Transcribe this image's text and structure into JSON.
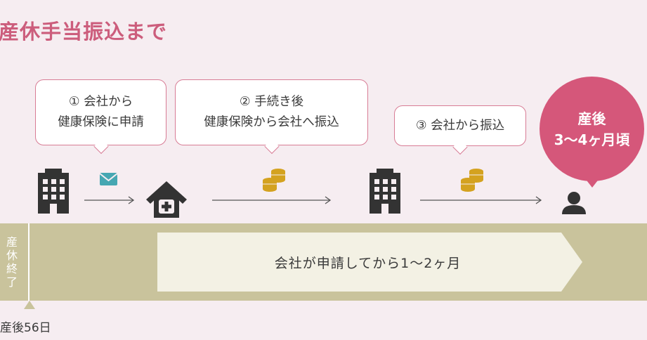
{
  "title": "産休手当振込まで",
  "bubbles": [
    {
      "line1": "① 会社から",
      "line2": "健康保険に申請"
    },
    {
      "line1": "② 手続き後",
      "line2": "健康保険から会社へ振込"
    },
    {
      "line1": "③ 会社から振込"
    }
  ],
  "circle": {
    "line1": "産後",
    "line2": "3〜4ヶ月頃"
  },
  "band": {
    "vertical_label": [
      "産",
      "休",
      "終",
      "了"
    ],
    "banner_text": "会社が申請してから1〜2ヶ月"
  },
  "caption": "産後56日",
  "colors": {
    "background": "#f6edf1",
    "accent_pink": "#d5577a",
    "title_pink": "#cc5d7c",
    "icon_dark": "#333333",
    "envelope_teal": "#46a7b2",
    "coin_gold": "#d4a21f",
    "band_olive": "#c9c39c",
    "banner_cream": "#f3f1e4"
  },
  "icons": [
    "company-building-icon",
    "envelope-icon",
    "health-insurance-house-icon",
    "coins-icon",
    "company-building-icon",
    "coins-icon",
    "person-icon"
  ]
}
